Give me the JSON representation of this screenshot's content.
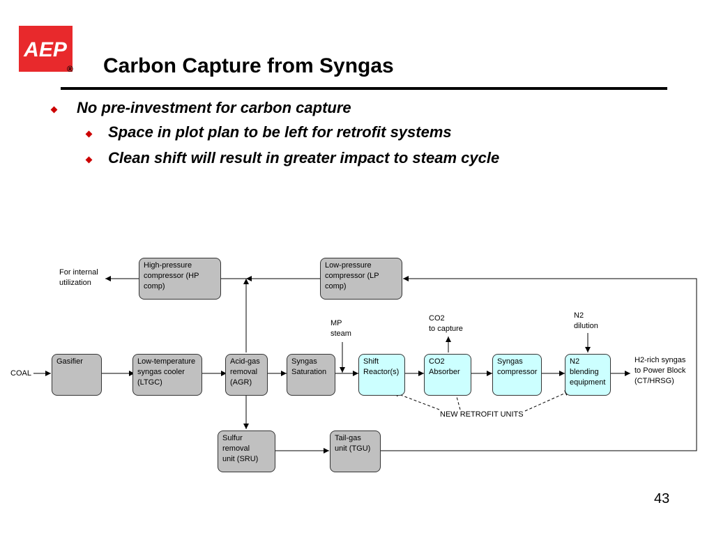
{
  "logo": {
    "text": "AEP",
    "registered": "®",
    "color": "#e8292c"
  },
  "title": "Carbon Capture from Syngas",
  "bullets": [
    "No pre-investment for carbon capture",
    "Space in plot plan to be left for retrofit systems",
    "Clean shift will result in greater impact to steam cycle"
  ],
  "diagram": {
    "boxes": {
      "hp_comp": "High-pressure\ncompressor (HP\ncomp)",
      "lp_comp": "Low-pressure\ncompressor (LP\ncomp)",
      "gasifier": "Gasifier",
      "ltgc": "Low-temperature\nsyngas cooler\n(LTGC)",
      "agr": "Acid-gas\nremoval\n(AGR)",
      "saturation": "Syngas\nSaturation",
      "shift": "Shift\nReactor(s)",
      "co2_absorber": "CO2\nAbsorber",
      "syngas_comp": "Syngas\ncompressor",
      "n2_blending": "N2\nblending\nequipment",
      "sru": "Sulfur\nremoval\nunit (SRU)",
      "tgu": "Tail-gas\n unit (TGU)"
    },
    "labels": {
      "internal": "For internal\nutilization",
      "coal": "COAL",
      "mp_steam": "MP\nsteam",
      "co2_capture": "CO2\nto capture",
      "n2_dilution": "N2\ndilution",
      "h2_syngas": "H2-rich syngas\nto Power Block\n(CT/HRSG)",
      "retrofit": "NEW RETROFIT UNITS"
    },
    "colors": {
      "existing": "#c0c0c0",
      "retrofit": "#ccffff"
    }
  },
  "page_number": "43"
}
